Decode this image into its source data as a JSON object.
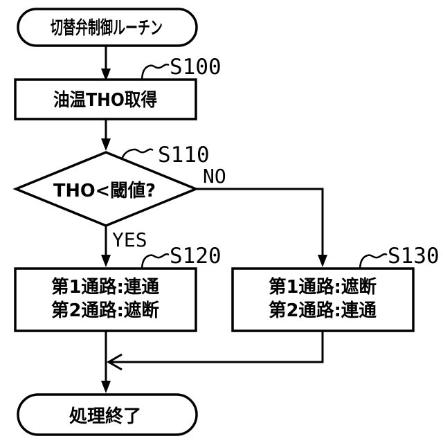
{
  "figure": {
    "type": "flowchart",
    "colors": {
      "line": "#000000",
      "background": "#ffffff"
    },
    "nodes": {
      "start": {
        "shape": "terminal",
        "label": "切替弁制御ルーチン"
      },
      "s100": {
        "shape": "process",
        "step_id": "S100",
        "label": "油温THO取得"
      },
      "s110": {
        "shape": "decision",
        "step_id": "S110",
        "label": "THO<閾値?"
      },
      "s120": {
        "shape": "process",
        "step_id": "S120",
        "label_line1": "第1通路:連通",
        "label_line2": "第2通路:遮断"
      },
      "s130": {
        "shape": "process",
        "step_id": "S130",
        "label_line1": "第1通路:遮断",
        "label_line2": "第2通路:連通"
      },
      "end": {
        "shape": "terminal",
        "label": "処理終了"
      }
    },
    "branches": {
      "yes_label": "YES",
      "no_label": "NO"
    }
  }
}
